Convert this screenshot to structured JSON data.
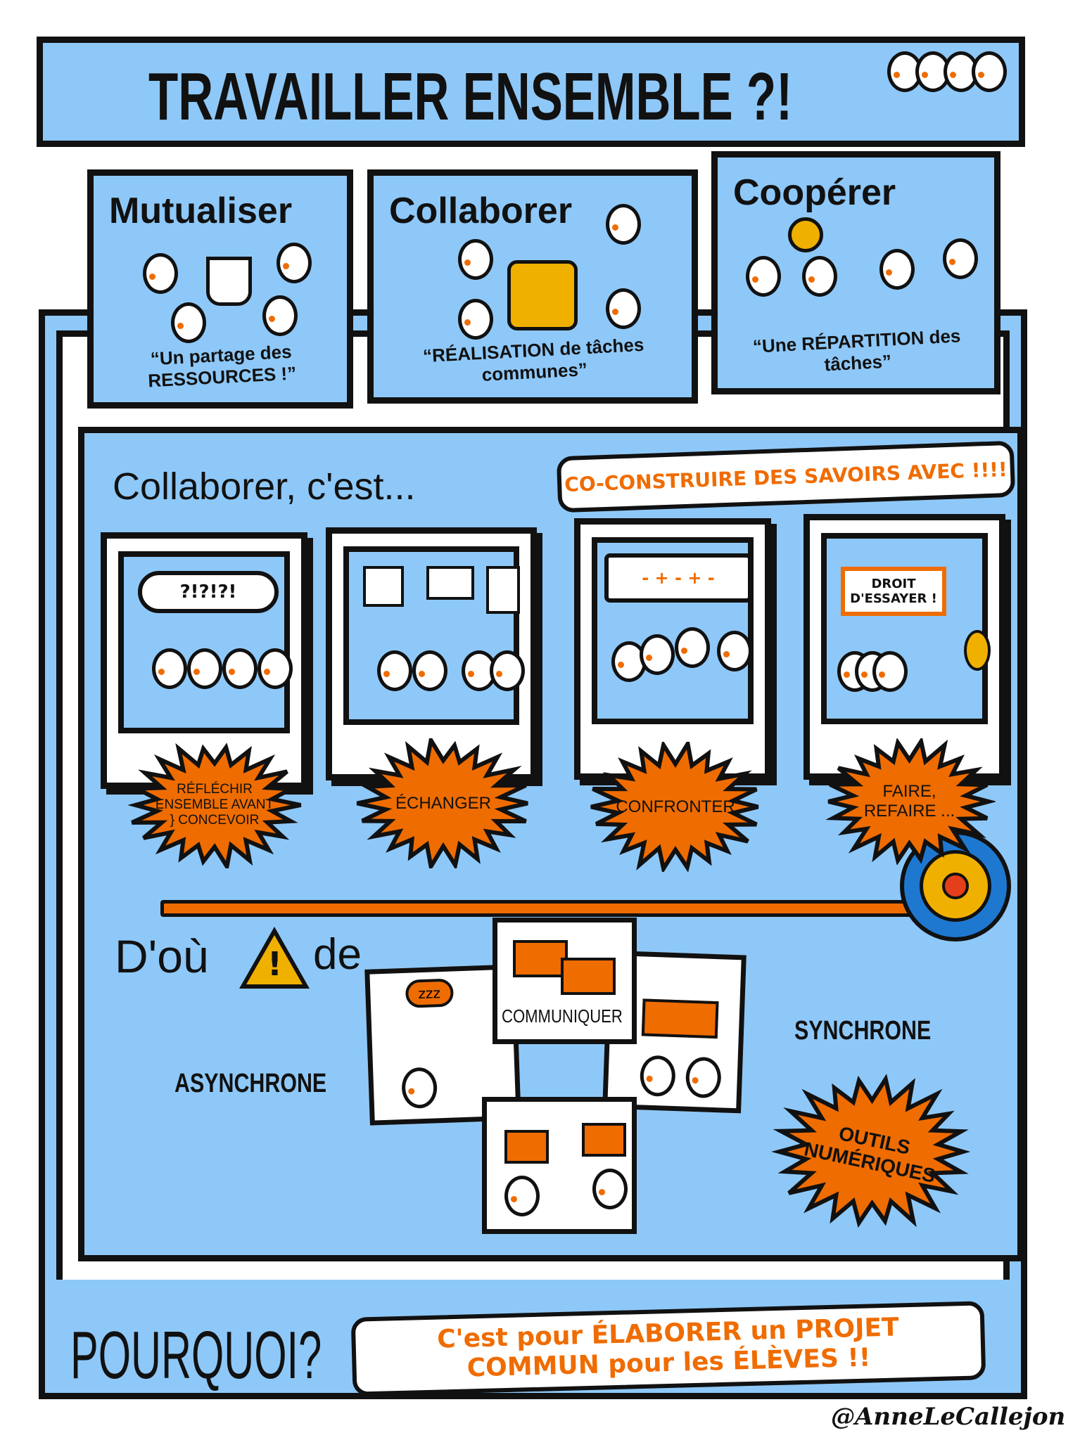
{
  "title": "TRAVAILLER ENSEMBLE ?!",
  "modes": [
    {
      "heading": "Mutualiser",
      "quote": "“Un partage des RESSOURCES !”"
    },
    {
      "heading": "Collaborer",
      "quote": "“RÉALISATION de tâches communes”"
    },
    {
      "heading": "Coopérer",
      "quote": "“Une RÉPARTITION des tâches”"
    }
  ],
  "collab": {
    "heading": "Collaborer, c'est...",
    "bubble": "CO-CONSTRUIRE DES SAVOIRS AVEC !!!!",
    "steps": [
      {
        "label": "RÉFLÉCHIR ENSEMBLE AVANT } CONCEVOIR",
        "bubble_text": "?!?!?!"
      },
      {
        "label": "ÉCHANGER",
        "bubble_text": ""
      },
      {
        "label": "CONFRONTER",
        "bubble_text": "- + - + -"
      },
      {
        "label": "FAIRE, REFAIRE ...",
        "bubble_text": "DROIT D'ESSAYER !"
      }
    ]
  },
  "communication": {
    "prefix": "D'où",
    "warning_icon": "!",
    "suffix": "de",
    "center": "COMMUNIQUER",
    "async": "ASYNCHRONE",
    "sync": "SYNCHRONE",
    "tools": "OUTILS NUMÉRIQUES",
    "zzz": "zzz"
  },
  "why": {
    "label": "POURQUOI?",
    "answer": "C'est pour ÉLABORER un PROJET COMMUN pour les ÉLÈVES !!"
  },
  "signature": "@AnneLeCallejon",
  "colors": {
    "blue": "#8ec8f8",
    "orange": "#ef6c00",
    "yellow": "#f0b000",
    "ink": "#111111"
  }
}
